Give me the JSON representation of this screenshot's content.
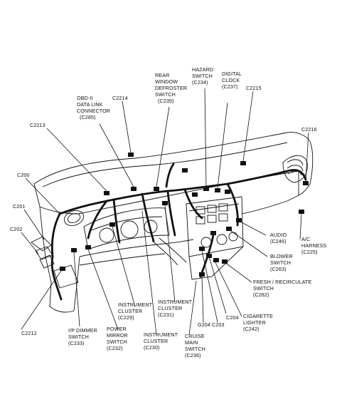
{
  "labels": {
    "c2214": "C2214",
    "obd_1": "OBD-II",
    "obd_2": "DATA LINK",
    "obd_3": "CONNECTOR",
    "obd_4": "(C285)",
    "rwd_1": "REAR",
    "rwd_2": "WINDOW",
    "rwd_3": "DEFROSTER",
    "rwd_4": "SWITCH",
    "rwd_5": "(C235)",
    "haz_1": "HAZARD",
    "haz_2": "SWITCH",
    "haz_3": "(C234)",
    "dc_1": "DIGITAL",
    "dc_2": "CLOCK",
    "dc_3": "(C237)",
    "c2215": "C2215",
    "c2213": "C2213",
    "c2216": "C2216",
    "c200": "C200",
    "c201": "C201",
    "c202": "C202",
    "c2212": "C2212",
    "aud_1": "AUDIO",
    "aud_2": "(C246)",
    "ac_1": "A/C",
    "ac_2": "HARNESS",
    "ac_3": "(C225)",
    "blw_1": "BLOWER",
    "blw_2": "SWITCH",
    "blw_3": "(C263)",
    "fr_1": "FRESH / RECIRCULATE",
    "fr_2": "SWITCH",
    "fr_3": "(C282)",
    "cig_1": "CIGARETTE",
    "cig_2": "LIGHTER",
    "cig_3": "(C242)",
    "c204": "C204",
    "c203": "C203",
    "g204": "G204",
    "cr_1": "CRUISE",
    "cr_2": "MAIN",
    "cr_3": "SWITCH",
    "cr_4": "(C236)",
    "ic231_1": "INSTRUMENT",
    "ic231_2": "CLUSTER",
    "ic231_3": "(C231)",
    "ic229_1": "INSTRUMENT",
    "ic229_2": "CLUSTER",
    "ic229_3": "(C229)",
    "ic230_1": "INSTRUMENT",
    "ic230_2": "CLUSTER",
    "ic230_3": "(C230)",
    "pm_1": "POWER",
    "pm_2": "MIRROR",
    "pm_3": "SWITCH",
    "pm_4": "(C232)",
    "ipd_1": "I/P DIMMER",
    "ipd_2": "SWITCH",
    "ipd_3": "(C233)"
  }
}
